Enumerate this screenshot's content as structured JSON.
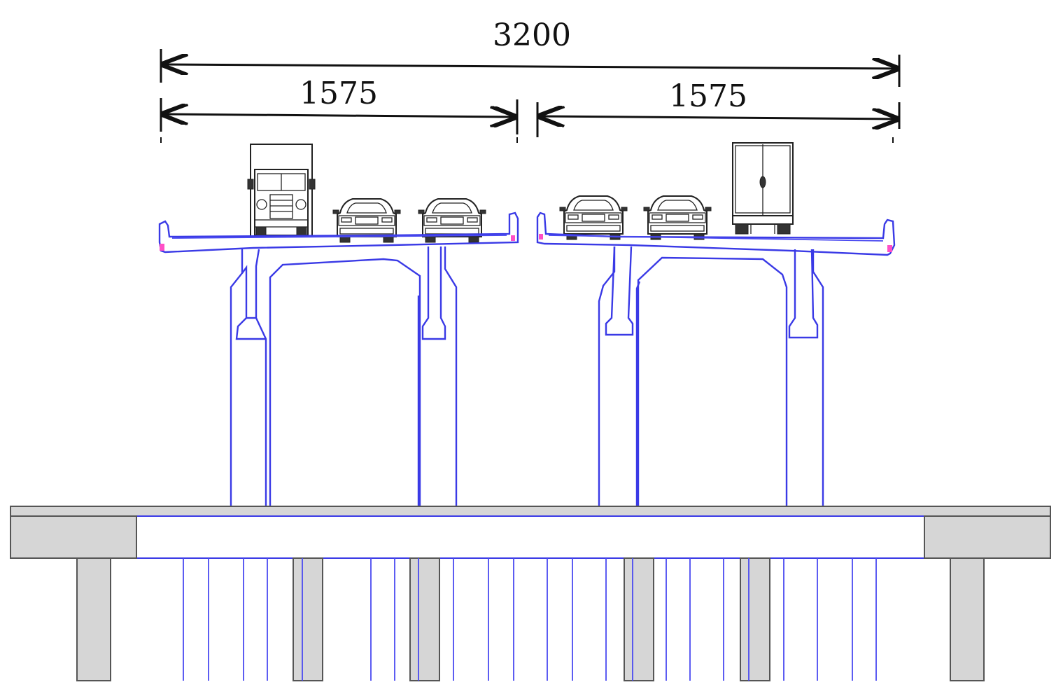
{
  "dimensions": {
    "total": "3200",
    "left_width": "1575",
    "right_width": "1575"
  },
  "colors": {
    "structure_outline": "#3a3ae6",
    "foundation_fill": "#d6d6d6",
    "dimension_line": "#111111",
    "vehicle_outline": "#222222"
  },
  "vehicles": {
    "left_deck": [
      "truck-front-icon",
      "car-front-icon",
      "car-front-icon"
    ],
    "right_deck": [
      "car-front-icon",
      "car-front-icon",
      "truck-rear-icon"
    ]
  }
}
